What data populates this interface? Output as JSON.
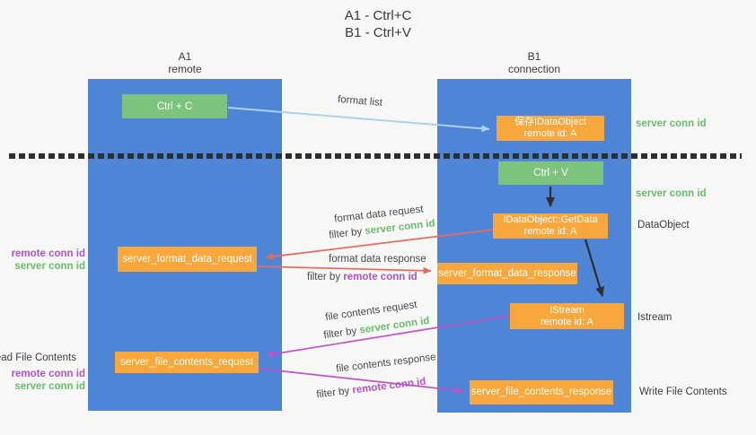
{
  "title": {
    "line1": "A1 - Ctrl+C",
    "line2": "B1 - Ctrl+V"
  },
  "lifelines": {
    "left": {
      "id": "A1",
      "role": "remote"
    },
    "right": {
      "id": "B1",
      "role": "connection"
    }
  },
  "nodes": {
    "ctrl_c": {
      "label": "Ctrl + C"
    },
    "ctrl_v": {
      "label": "Ctrl + V"
    },
    "save_dataobject": {
      "line1": "保存IDataObject",
      "line2": "remote id: A"
    },
    "getdata": {
      "line1": "IDataObject::GetData",
      "line2": "remote id: A"
    },
    "istream": {
      "line1": "IStream",
      "line2": "remote id: A"
    },
    "format_request": {
      "label": "server_format_data_request"
    },
    "format_response": {
      "label": "server_format_data_response"
    },
    "file_request": {
      "label": "server_file_contents_request"
    },
    "file_response": {
      "label": "server_file_contents_response"
    }
  },
  "annotations": {
    "server_conn_id_top": "server conn id",
    "server_conn_id_mid": "server conn id",
    "dataobject": "DataObject",
    "istream": "Istream",
    "write_file_contents": "Write File Contents",
    "read_file_contents": "Read File Contents",
    "left_format": {
      "remote": "remote conn id",
      "server": "server conn id"
    },
    "left_file": {
      "remote": "remote conn id",
      "server": "server conn id"
    }
  },
  "arrows": {
    "format_list": {
      "label": "format list"
    },
    "format_data_request": {
      "label": "format data request",
      "filter_prefix": "filter by ",
      "filter_key": "server conn id"
    },
    "format_data_response": {
      "label": "format data response",
      "filter_prefix": "filter by ",
      "filter_key": "remote conn id"
    },
    "file_contents_request": {
      "label": "file contents request",
      "filter_prefix": "filter by ",
      "filter_key": "server conn id"
    },
    "file_contents_response": {
      "label": "file contents response",
      "filter_prefix": "filter by ",
      "filter_key": "remote conn id"
    }
  },
  "colors": {
    "lifeline_blue": "#4e85d6",
    "action_green": "#7cc47e",
    "node_orange": "#f7a73c",
    "arrow_light_blue": "#aad2ee",
    "arrow_red": "#e86a5e",
    "arrow_magenta": "#c153c8",
    "arrow_black": "#2f2f2f",
    "label_green": "#66bf6b",
    "label_purple": "#b153cd",
    "text_dark": "#3f3f3f",
    "background": "#f7f7f6"
  }
}
